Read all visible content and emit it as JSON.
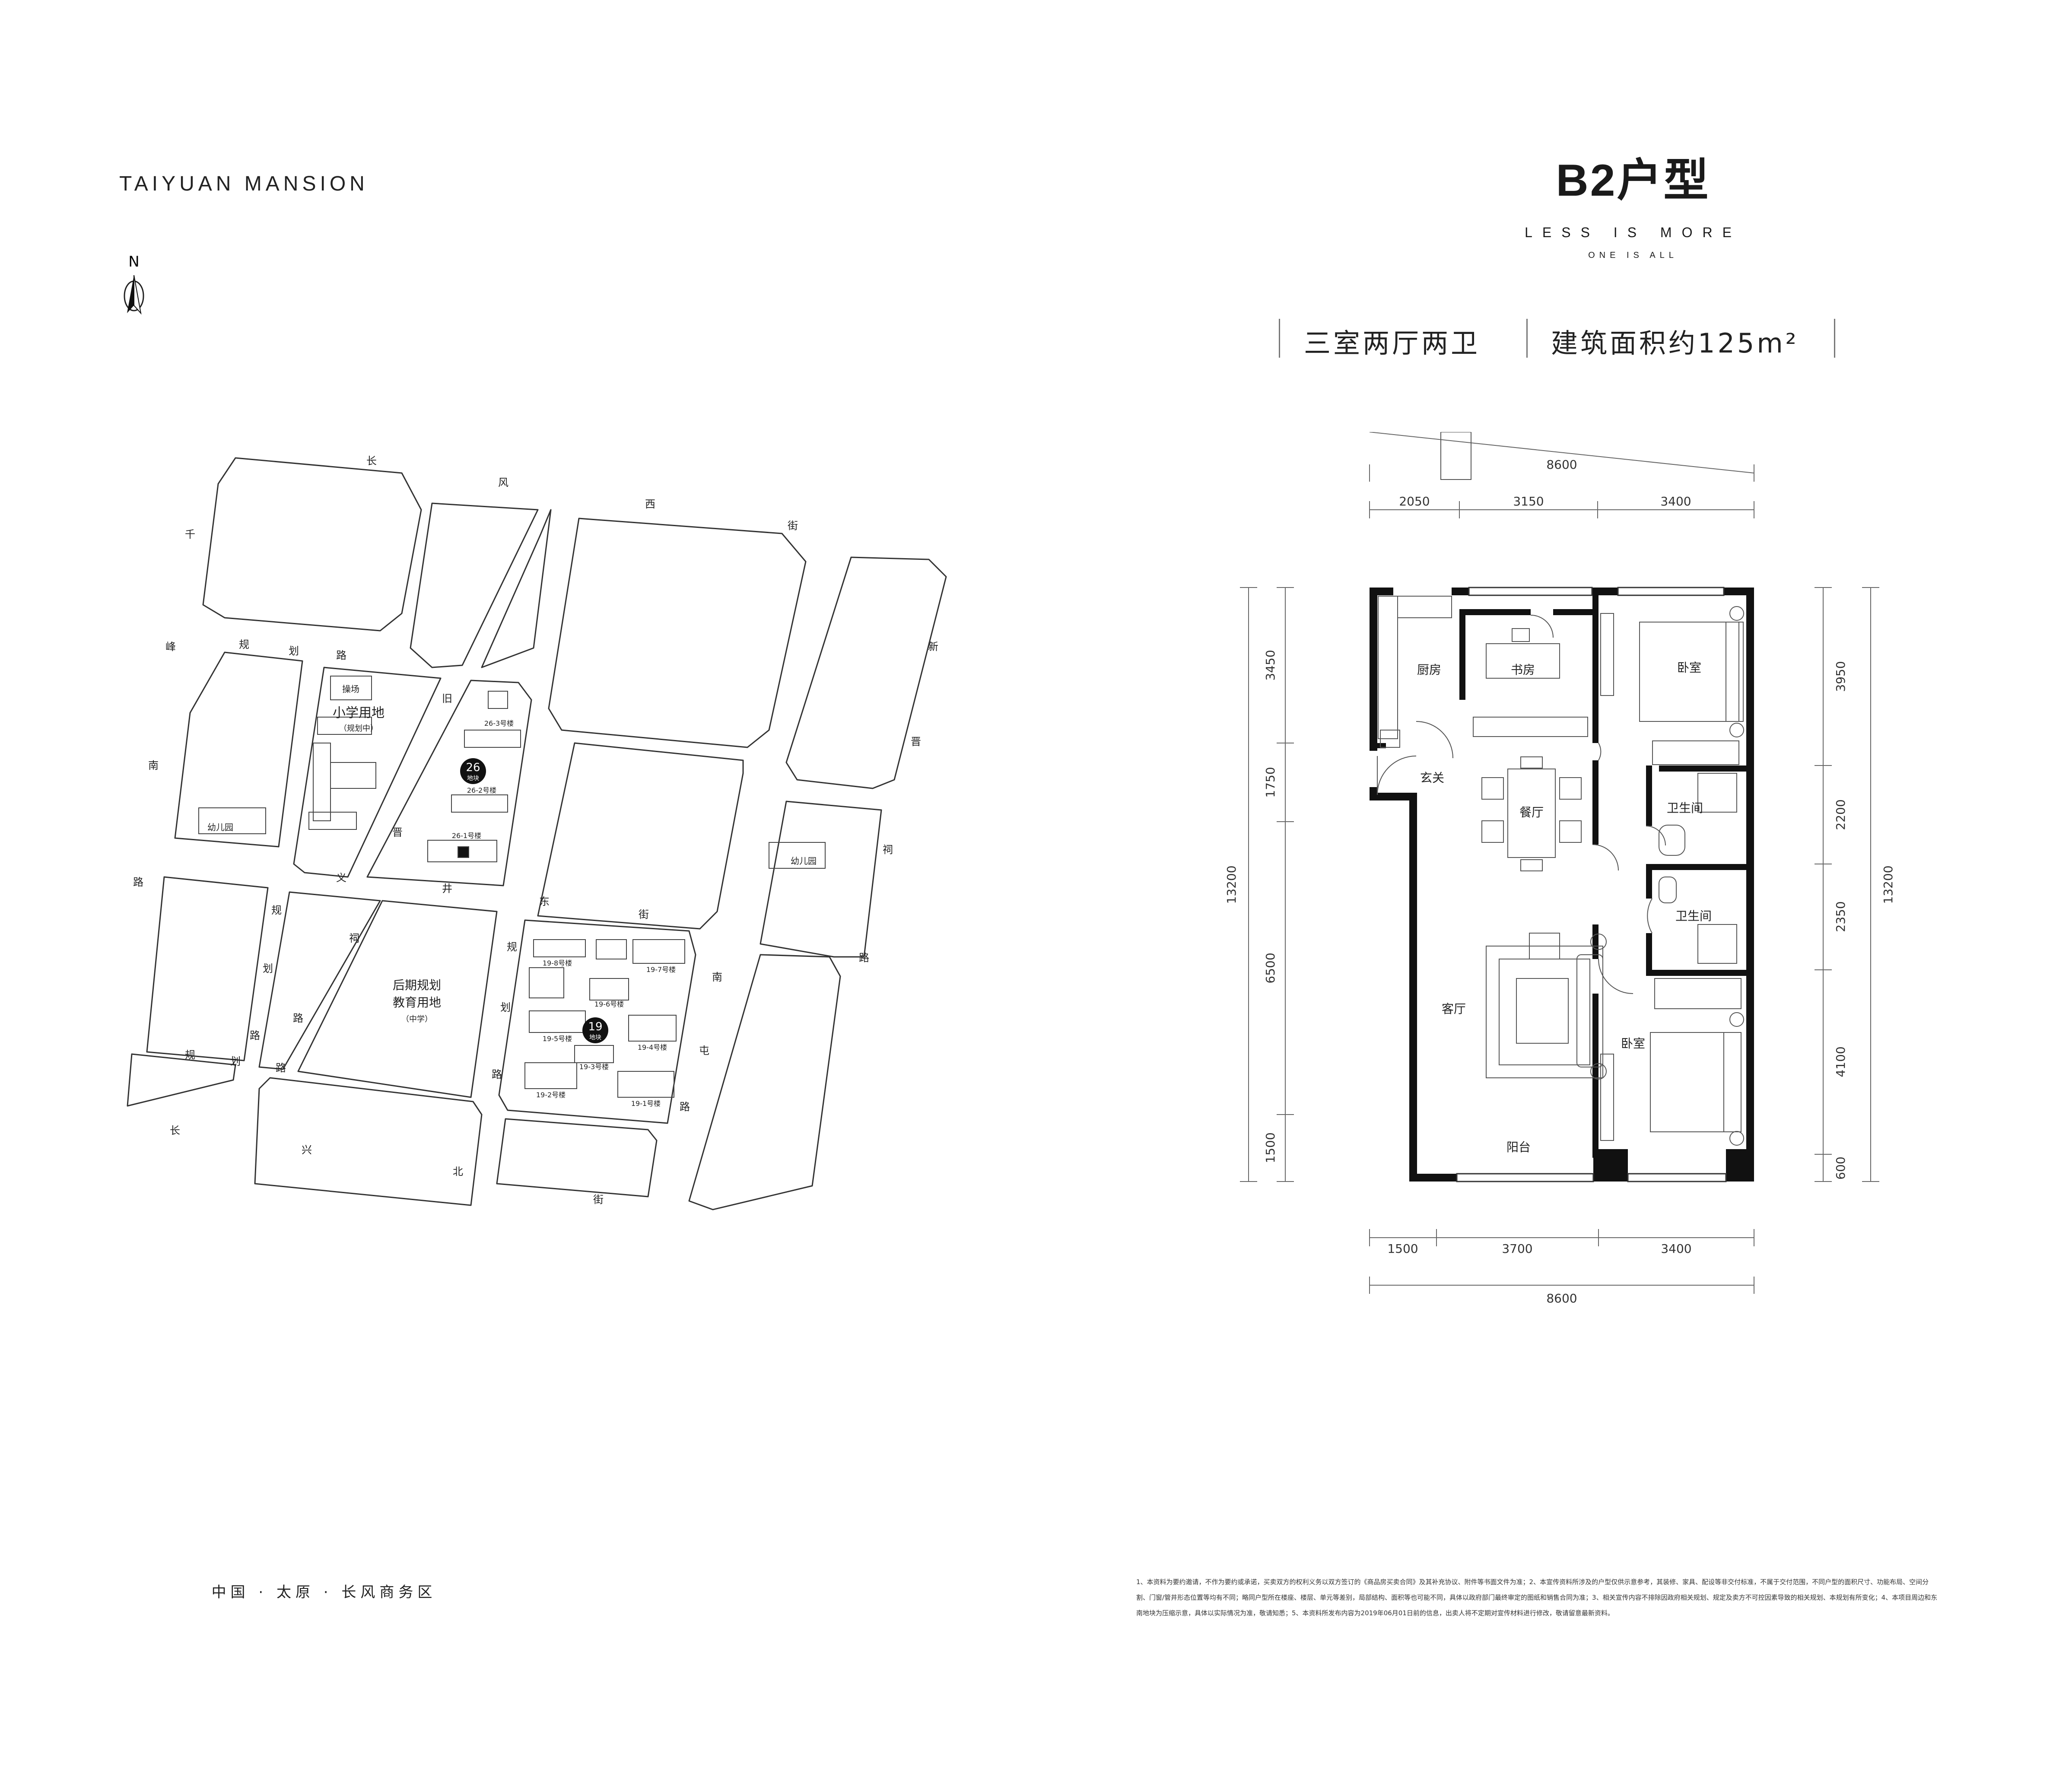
{
  "brand": "TAIYUAN MANSION",
  "compass": {
    "label": "N",
    "icon": "north-arrow-icon"
  },
  "area_caption": "中国 · 太原 · 长风商务区",
  "plan": {
    "title": "B2户型",
    "slogan_main": "LESS IS MORE",
    "slogan_sub": "ONE IS ALL",
    "spec_layout": "三室两厅两卫",
    "spec_area": "建筑面积约125m²"
  },
  "dimensions": {
    "top_total": "8600",
    "top_segments": [
      "2050",
      "3150",
      "3400"
    ],
    "bottom_segments": [
      "1500",
      "3700",
      "3400"
    ],
    "bottom_total": "8600",
    "left_total": "13200",
    "left_segments": [
      "3450",
      "1750",
      "6500",
      "1500"
    ],
    "right_total": "13200",
    "right_segments": [
      "3950",
      "2200",
      "2350",
      "4100",
      "600"
    ]
  },
  "rooms": {
    "kitchen": "厨房",
    "study": "书房",
    "bedroom_north": "卧室",
    "foyer": "玄关",
    "dining": "餐厅",
    "bath_1": "卫生间",
    "bath_2": "卫生间",
    "living": "客厅",
    "bedroom_south": "卧室",
    "balcony": "阳台"
  },
  "map": {
    "streets": {
      "changfeng_xi": [
        "长",
        "风",
        "西",
        "街"
      ],
      "qianfeng_nan": [
        "千",
        "峰",
        "南",
        "路"
      ],
      "jinci": [
        "新",
        "晋",
        "祠",
        "路"
      ],
      "jinyi_dong": [
        "义",
        "井",
        "东",
        "街"
      ],
      "jiuci": [
        "旧",
        "晋",
        "祠",
        "路"
      ],
      "guihua_top": [
        "规",
        "划",
        "路"
      ],
      "guihua_left": [
        "规",
        "划",
        "路"
      ],
      "guihua_mid": [
        "规",
        "划",
        "路"
      ],
      "guihua_bottom": [
        "规",
        "划",
        "路"
      ],
      "changxing_bei": [
        "长",
        "兴",
        "北",
        "街"
      ],
      "nantun": [
        "南",
        "屯",
        "路"
      ]
    },
    "labels": {
      "school_land": "小学用地",
      "school_note": "（规划中）",
      "playground": "操场",
      "kindergarten_left": "幼儿园",
      "kindergarten_right": "幼儿园",
      "edu_land_1": "后期规划",
      "edu_land_2": "教育用地",
      "edu_note": "（中学）"
    },
    "plot26": {
      "num": "26",
      "sub": "地块",
      "buildings": [
        "26-3号楼",
        "26-2号楼",
        "26-1号楼"
      ]
    },
    "plot19": {
      "num": "19",
      "sub": "地块",
      "buildings": [
        "19-8号楼",
        "19-7号楼",
        "19-6号楼",
        "19-5号楼",
        "19-4号楼",
        "19-3号楼",
        "19-2号楼",
        "19-1号楼"
      ]
    }
  },
  "disclaimer": "1、本资料为要约邀请，不作为要约或承诺，买卖双方的权利义务以双方签订的《商品房买卖合同》及其补充协议、附件等书面文件为准；2、本宣传资料所涉及的户型仅供示意参考，其装修、家具、配设等非交付标准，不属于交付范围，不同户型的面积尺寸、功能布局、空间分割、门窗/管井形态位置等均有不同；略同户型所在楼座、楼层、单元等差别，局部结构、面积等也可能不同，具体以政府部门最终审定的图纸和销售合同为准；3、相关宣传内容不排除因政府相关规划、规定及卖方不可控因素导致的相关规划、本规划有所变化；4、本项目周边和东南地块为压缩示意，具体以实际情况为准，敬请知悉；5、本资料所发布内容为2019年06月01日前的信息，出卖人将不定期对宣传材料进行修改，敬请留意最新资料。"
}
